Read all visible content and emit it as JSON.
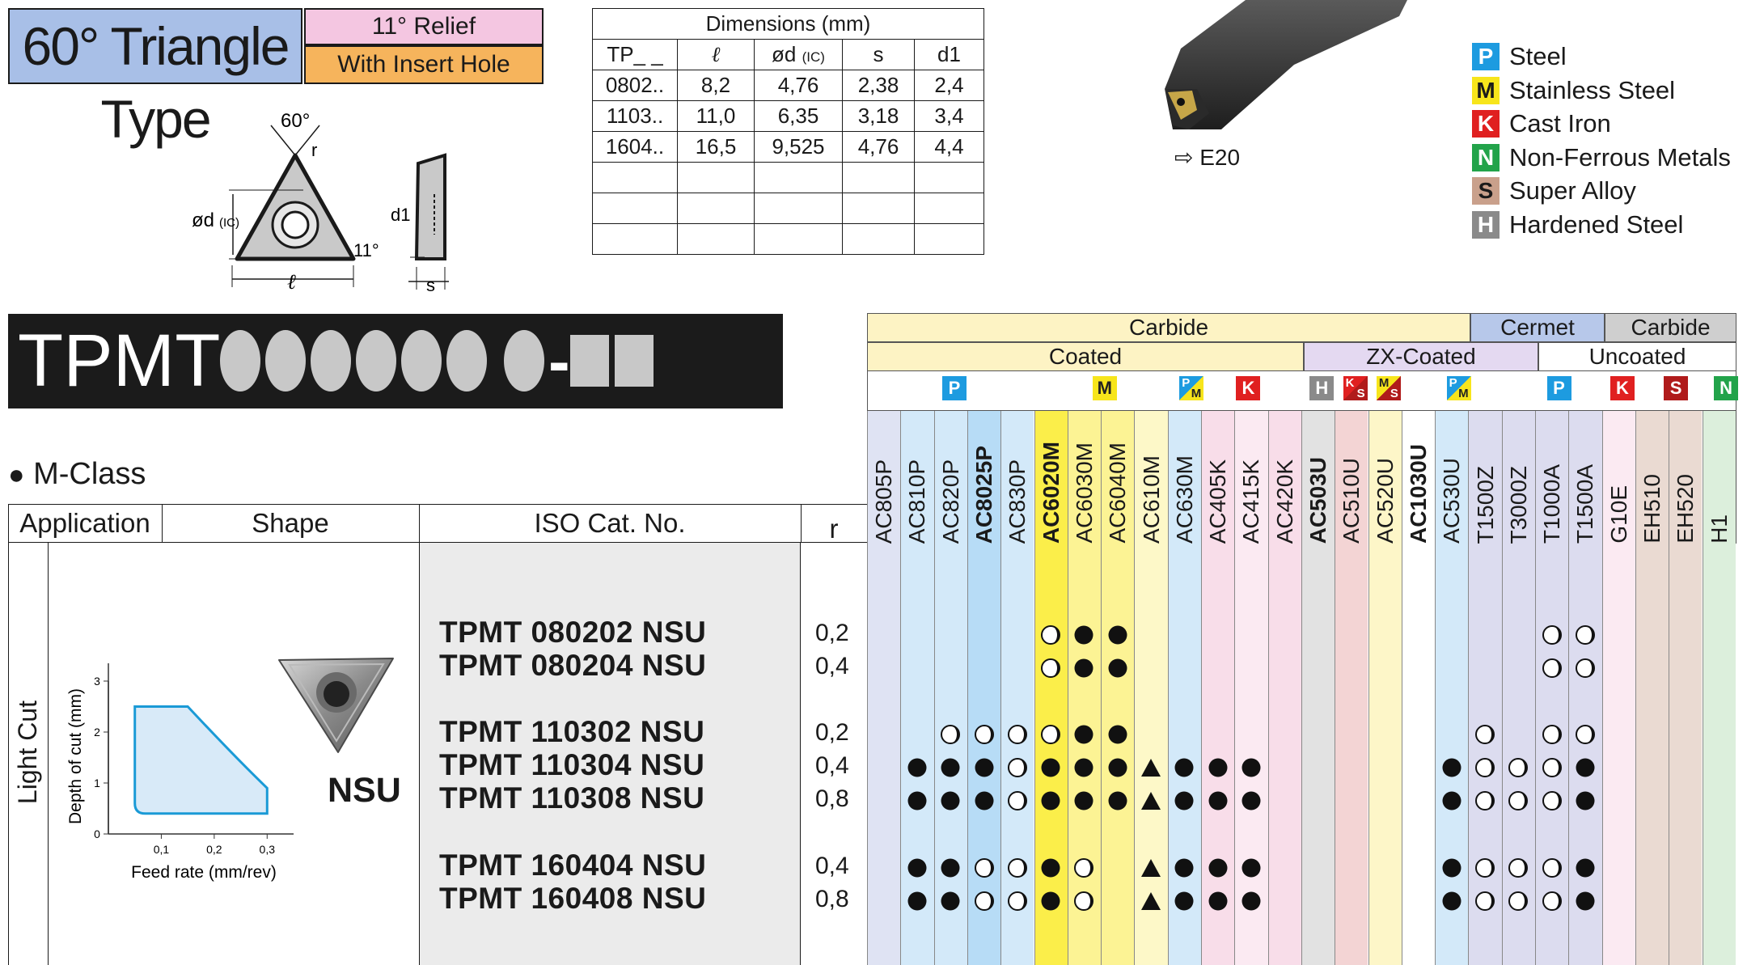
{
  "header": {
    "type_title": "60° Triangle Type",
    "relief": "11° Relief",
    "insert_hole": "With Insert Hole"
  },
  "drawing_labels": {
    "angle": "60°",
    "r": "r",
    "od": "ød",
    "ic": "(IC)",
    "relief_angle": "11°",
    "d1": "d1",
    "l": "ℓ",
    "s": "s"
  },
  "dimensions": {
    "title": "Dimensions (mm)",
    "columns": [
      "TP_ _",
      "ℓ",
      "ød",
      "(IC)",
      "s",
      "d1"
    ],
    "rows": [
      [
        "0802..",
        "8,2",
        "4,76",
        "2,38",
        "2,4"
      ],
      [
        "1103..",
        "11,0",
        "6,35",
        "3,18",
        "3,4"
      ],
      [
        "1604..",
        "16,5",
        "9,525",
        "4,76",
        "4,4"
      ],
      [
        "",
        "",
        "",
        "",
        ""
      ],
      [
        "",
        "",
        "",
        "",
        ""
      ],
      [
        "",
        "",
        "",
        "",
        ""
      ]
    ]
  },
  "holder_ref": "⇨ E20",
  "legend": [
    {
      "letter": "P",
      "label": "Steel",
      "color": "#1d9be0",
      "text_color": "#ffffff"
    },
    {
      "letter": "M",
      "label": "Stainless Steel",
      "color": "#f7e51b",
      "text_color": "#1a1a1a"
    },
    {
      "letter": "K",
      "label": "Cast Iron",
      "color": "#e02020",
      "text_color": "#ffffff"
    },
    {
      "letter": "N",
      "label": "Non-Ferrous Metals",
      "color": "#22a34a",
      "text_color": "#ffffff"
    },
    {
      "letter": "S",
      "label": "Super Alloy",
      "color": "#c9a08b",
      "text_color": "#1a1a1a"
    },
    {
      "letter": "H",
      "label": "Hardened Steel",
      "color": "#8a8a8a",
      "text_color": "#ffffff"
    }
  ],
  "product_code": {
    "prefix": "TPMT",
    "dash": "-"
  },
  "section_title": "M-Class",
  "table_headers": {
    "application": "Application",
    "shape": "Shape",
    "iso": "ISO Cat. No.",
    "r": "r"
  },
  "grade_groups": {
    "carbide": "Carbide",
    "cermet": "Cermet",
    "carbide2": "Carbide",
    "coated": "Coated",
    "zx_coated": "ZX-Coated",
    "uncoated": "Uncoated"
  },
  "material_marks": [
    "P",
    "M",
    "P/M",
    "K",
    "H",
    "K/S",
    "M/S",
    "P/M",
    "P",
    "K",
    "S",
    "N"
  ],
  "grades": [
    {
      "name": "AC805P",
      "bold": false,
      "color": "#dfe3f3"
    },
    {
      "name": "AC810P",
      "bold": false,
      "color": "#d3e9f9"
    },
    {
      "name": "AC820P",
      "bold": false,
      "color": "#d3e9f9"
    },
    {
      "name": "AC8025P",
      "bold": true,
      "color": "#b7dcf6"
    },
    {
      "name": "AC830P",
      "bold": false,
      "color": "#d3e9f9"
    },
    {
      "name": "AC6020M",
      "bold": true,
      "color": "#fbee4a"
    },
    {
      "name": "AC6030M",
      "bold": false,
      "color": "#fcf394"
    },
    {
      "name": "AC6040M",
      "bold": false,
      "color": "#fcf394"
    },
    {
      "name": "AC610M",
      "bold": false,
      "color": "#fdf8c8"
    },
    {
      "name": "AC630M",
      "bold": false,
      "color": "#d3e9f9"
    },
    {
      "name": "AC405K",
      "bold": false,
      "color": "#f8dde9"
    },
    {
      "name": "AC415K",
      "bold": false,
      "color": "#fbeaf2"
    },
    {
      "name": "AC420K",
      "bold": false,
      "color": "#f8dde9"
    },
    {
      "name": "AC503U",
      "bold": true,
      "color": "#e2e2e2"
    },
    {
      "name": "AC510U",
      "bold": false,
      "color": "#f3d4d4"
    },
    {
      "name": "AC520U",
      "bold": false,
      "color": "#fdf6c8"
    },
    {
      "name": "AC1030U",
      "bold": true,
      "color": "#ffffff"
    },
    {
      "name": "AC530U",
      "bold": false,
      "color": "#d3e9f9"
    },
    {
      "name": "T1500Z",
      "bold": false,
      "color": "#dcdcef"
    },
    {
      "name": "T3000Z",
      "bold": false,
      "color": "#dcdcef"
    },
    {
      "name": "T1000A",
      "bold": false,
      "color": "#dcdcef"
    },
    {
      "name": "T1500A",
      "bold": false,
      "color": "#dcdcef"
    },
    {
      "name": "G10E",
      "bold": false,
      "color": "#fbeaf2"
    },
    {
      "name": "EH510",
      "bold": false,
      "color": "#eadad2"
    },
    {
      "name": "EH520",
      "bold": false,
      "color": "#eadad2"
    },
    {
      "name": "H1",
      "bold": false,
      "color": "#dcefdc"
    }
  ],
  "application": "Light Cut",
  "chipbreaker": "NSU",
  "chart": {
    "ylabel": "Depth of cut (mm)",
    "xlabel": "Feed rate (mm/rev)",
    "yticks": [
      "0",
      "1",
      "2",
      "3"
    ],
    "xticks": [
      "0,1",
      "0,2",
      "0,3"
    ]
  },
  "chart_data": {
    "type": "area",
    "title": "",
    "xlabel": "Feed rate (mm/rev)",
    "ylabel": "Depth of cut (mm)",
    "xlim": [
      0,
      0.35
    ],
    "ylim": [
      0,
      3
    ],
    "x": [
      0.05,
      0.05,
      0.15,
      0.3,
      0.3,
      0.07
    ],
    "y": [
      0.6,
      2.5,
      2.5,
      0.9,
      0.4,
      0.4
    ]
  },
  "items": [
    {
      "iso": "TPMT 080202 NSU",
      "r": "0,2",
      "marks": {
        "5": "c",
        "6": "b",
        "7": "b",
        "20": "c",
        "21": "c"
      }
    },
    {
      "iso": "TPMT 080204 NSU",
      "r": "0,4",
      "marks": {
        "5": "c",
        "6": "b",
        "7": "b",
        "20": "c",
        "21": "c"
      }
    },
    {
      "iso": "TPMT 110302 NSU",
      "r": "0,2",
      "marks": {
        "2": "c",
        "3": "c",
        "4": "c",
        "5": "c",
        "6": "b",
        "7": "b",
        "18": "c",
        "20": "c",
        "21": "c"
      }
    },
    {
      "iso": "TPMT 110304 NSU",
      "r": "0,4",
      "marks": {
        "1": "b",
        "2": "b",
        "3": "b",
        "4": "c",
        "5": "b",
        "6": "b",
        "7": "b",
        "8": "t",
        "9": "b",
        "10": "b",
        "11": "b",
        "17": "b",
        "18": "c",
        "19": "c",
        "20": "c",
        "21": "b"
      }
    },
    {
      "iso": "TPMT 110308 NSU",
      "r": "0,8",
      "marks": {
        "1": "b",
        "2": "b",
        "3": "b",
        "4": "c",
        "5": "b",
        "6": "b",
        "7": "b",
        "8": "t",
        "9": "b",
        "10": "b",
        "11": "b",
        "17": "b",
        "18": "c",
        "19": "c",
        "20": "c",
        "21": "b"
      }
    },
    {
      "iso": "TPMT 160404 NSU",
      "r": "0,4",
      "marks": {
        "1": "b",
        "2": "b",
        "3": "c",
        "4": "c",
        "5": "b",
        "6": "c",
        "8": "t",
        "9": "b",
        "10": "b",
        "11": "b",
        "17": "b",
        "18": "c",
        "19": "c",
        "20": "c",
        "21": "b"
      }
    },
    {
      "iso": "TPMT 160408 NSU",
      "r": "0,8",
      "marks": {
        "1": "b",
        "2": "b",
        "3": "c",
        "4": "c",
        "5": "b",
        "6": "c",
        "8": "t",
        "9": "b",
        "10": "b",
        "11": "b",
        "17": "b",
        "18": "c",
        "19": "c",
        "20": "c",
        "21": "b"
      }
    }
  ]
}
